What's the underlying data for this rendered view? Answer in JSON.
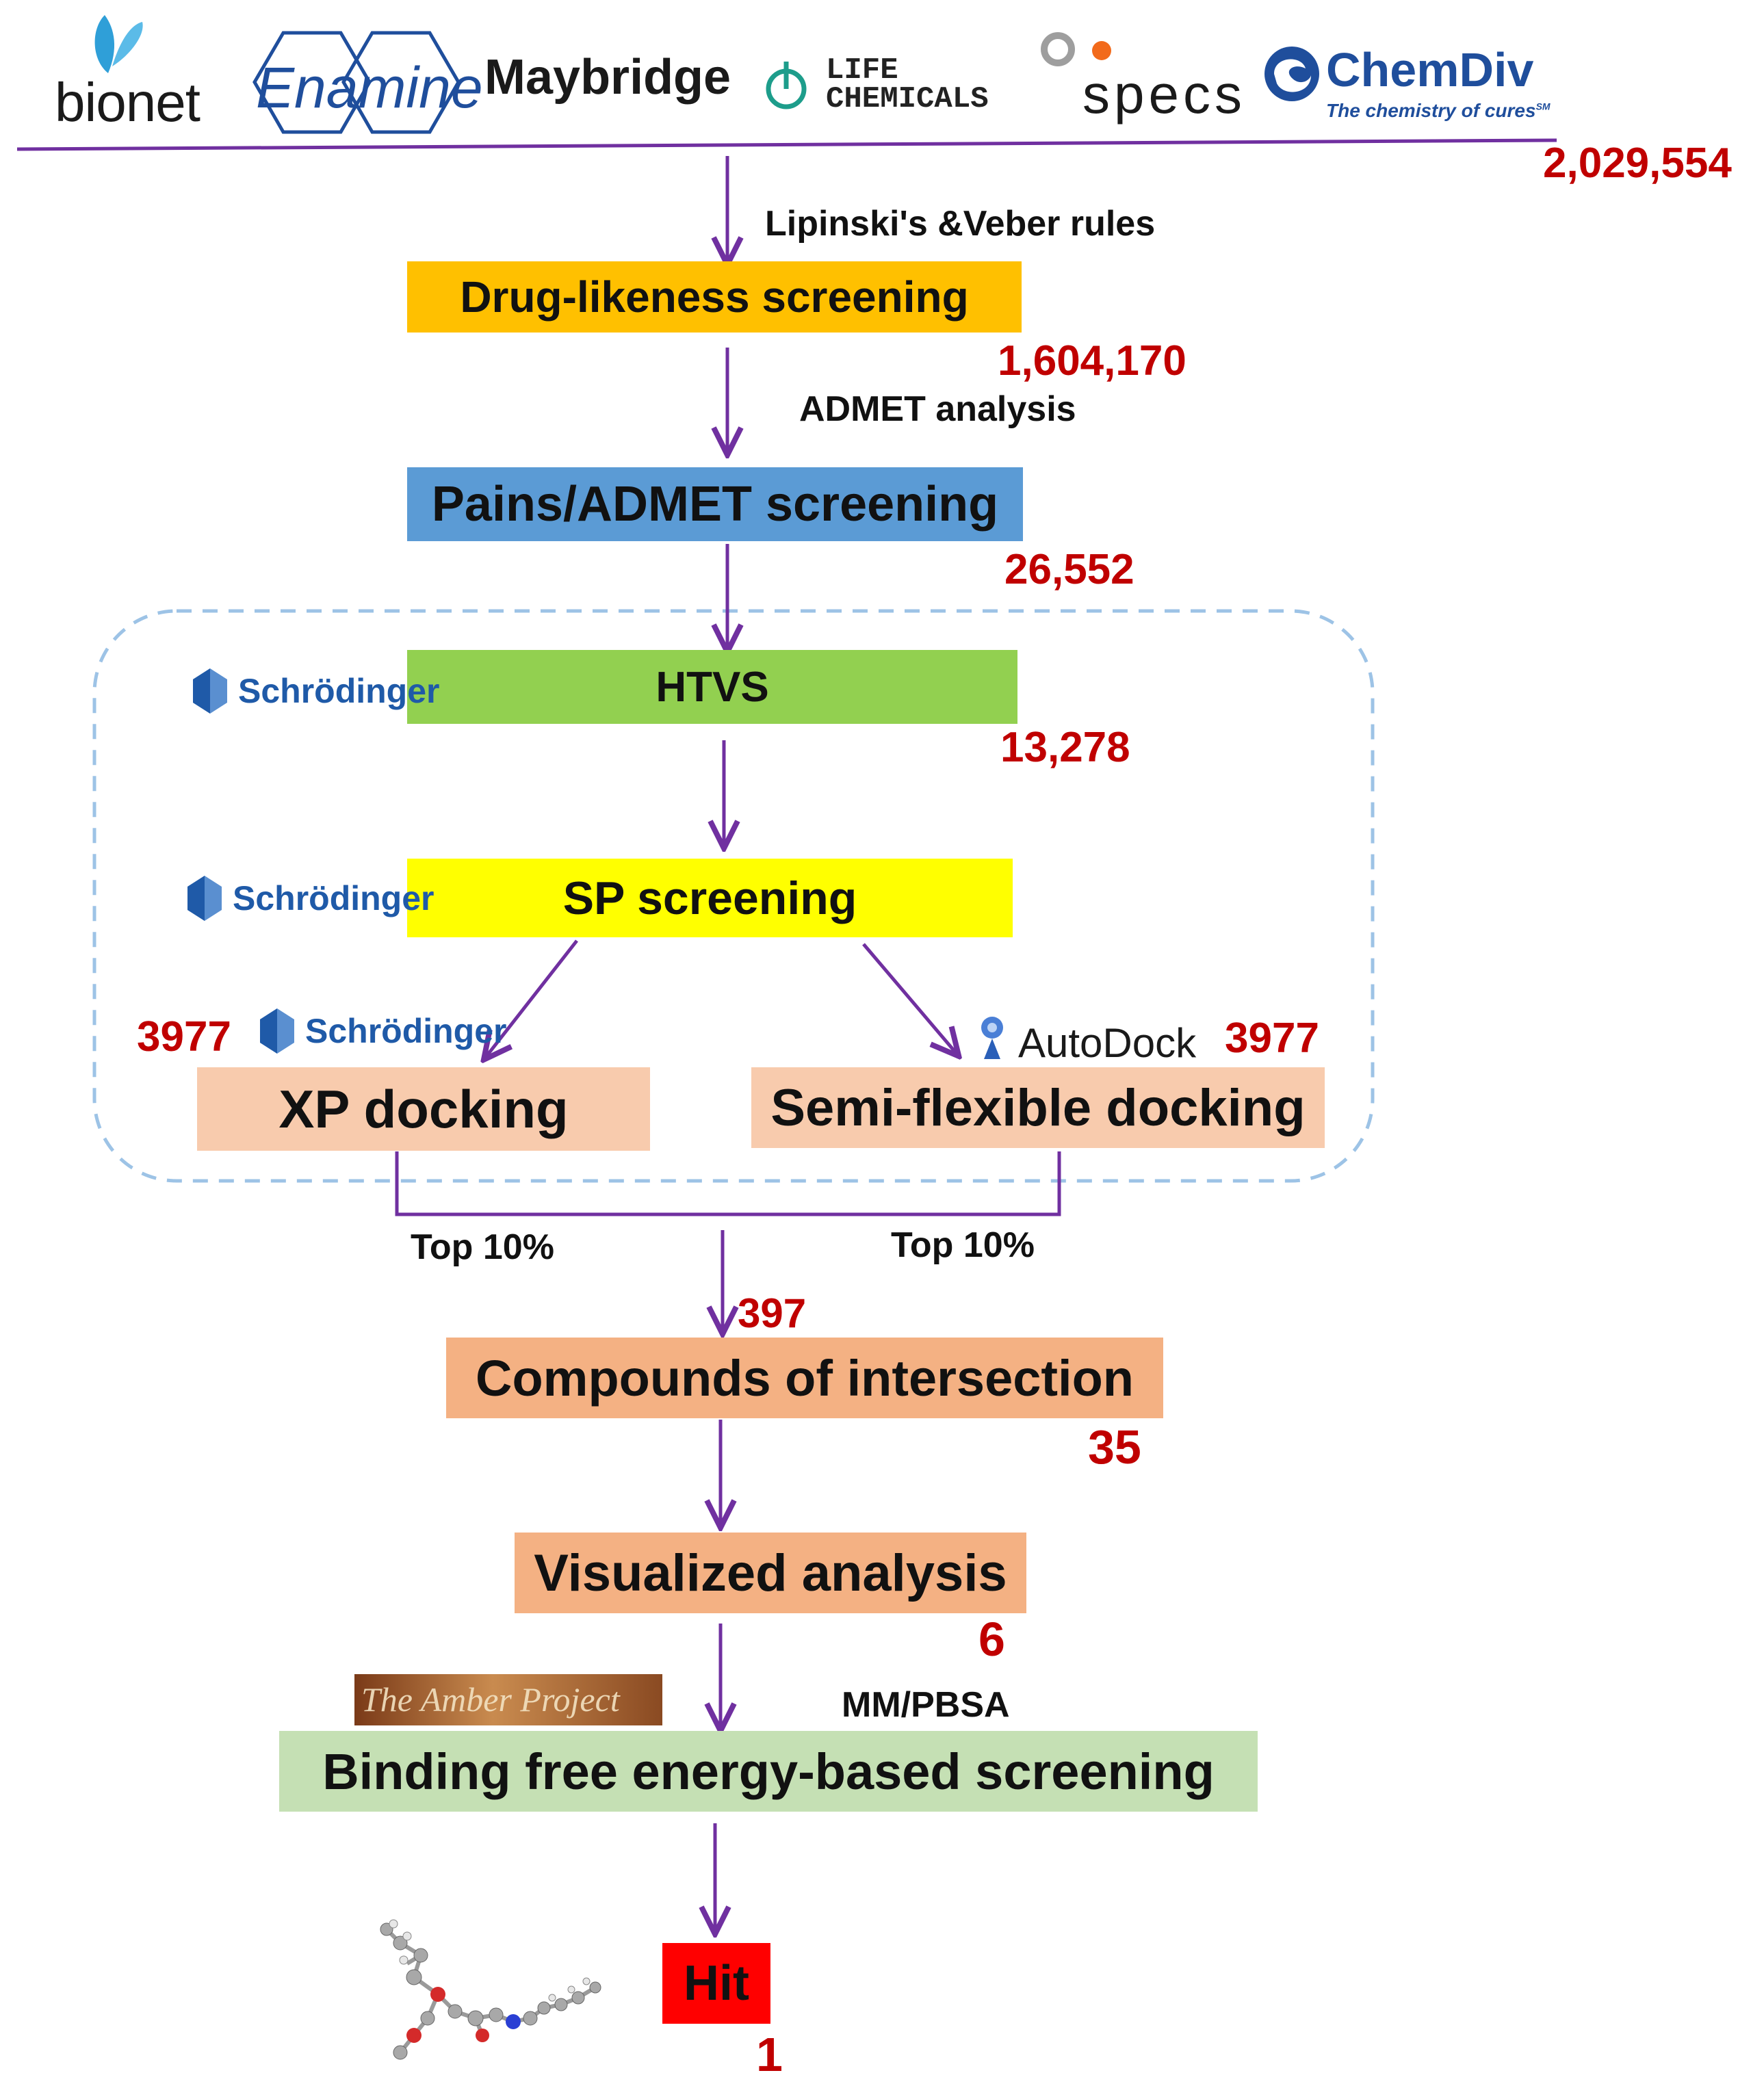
{
  "logos": {
    "bionet": "bionet",
    "enamine": "Enamine",
    "maybridge": "Maybridge",
    "life_chemicals_line1": "LIFE",
    "life_chemicals_line2": "CHEMICALS",
    "specs": "specs",
    "chemdiv": "ChemDiv",
    "chemdiv_tagline": "The chemistry of cures",
    "chemdiv_sm": "SM",
    "schrodinger": "Schrödinger",
    "autodock": "AutoDock",
    "amber": "The Amber Project"
  },
  "counts": {
    "initial": "2,029,554",
    "after_druglikeness": "1,604,170",
    "after_admet": "26,552",
    "after_htvs": "13,278",
    "xp_input": "3977",
    "semiflex_input": "3977",
    "top_merged": "397",
    "after_intersection": "35",
    "after_visual": "6",
    "hit_count": "1"
  },
  "edge_labels": {
    "lipinski": "Lipinski's &Veber rules",
    "admet": "ADMET analysis",
    "top_left": "Top 10%",
    "top_right": "Top 10%",
    "mmpbsa": "MM/PBSA"
  },
  "steps": {
    "druglikeness": "Drug-likeness screening",
    "pains": "Pains/ADMET screening",
    "htvs": "HTVS",
    "sp": "SP screening",
    "xp": "XP docking",
    "semiflex": "Semi-flexible docking",
    "intersection": "Compounds of intersection",
    "visual": "Visualized analysis",
    "binding": "Binding free energy-based screening",
    "hit": "Hit"
  },
  "colors": {
    "arrow": "#7030a0",
    "number": "#c00000",
    "druglikeness": "#ffc000",
    "pains": "#5b9bd5",
    "htvs": "#92d050",
    "sp": "#ffff00",
    "docking": "#f8cbad",
    "intersection": "#f4b183",
    "binding": "#c5e0b4",
    "hit": "#ff0000",
    "dashed_group": "#9dc3e6"
  }
}
